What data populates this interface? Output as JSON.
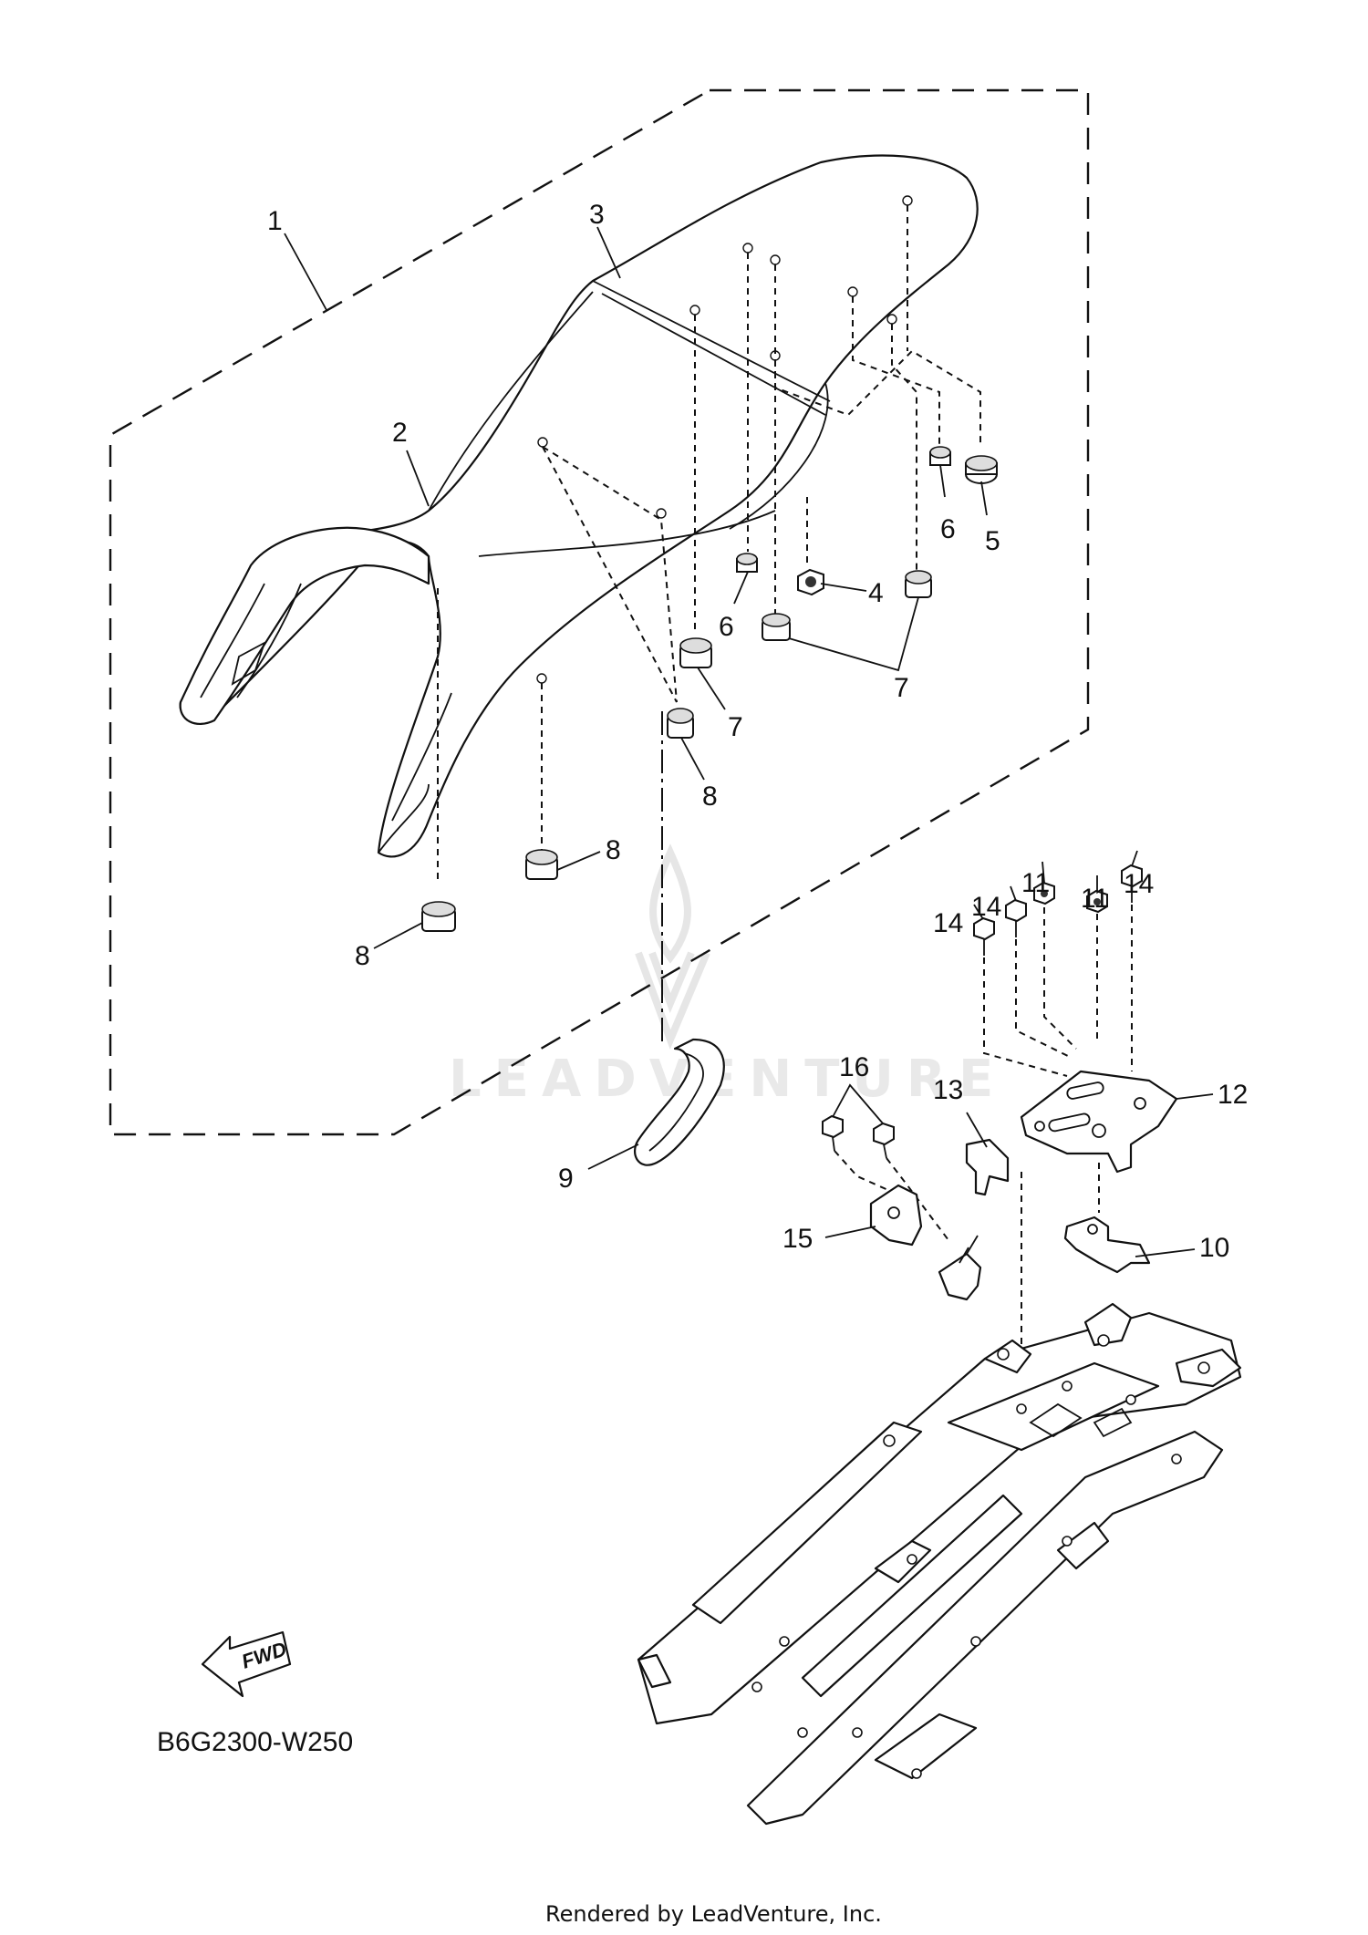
{
  "diagram": {
    "doc_code": "B6G2300-W250",
    "footer": "Rendered by LeadVenture, Inc.",
    "watermark": "LEADVENTURE",
    "fwd_label": "FWD"
  },
  "callouts": [
    {
      "id": "c1",
      "label": "1",
      "part": "seat-assembly"
    },
    {
      "id": "c2",
      "label": "2",
      "part": "seat-base"
    },
    {
      "id": "c3",
      "label": "3",
      "part": "seat-cover"
    },
    {
      "id": "c4",
      "label": "4",
      "part": "nut"
    },
    {
      "id": "c5",
      "label": "5",
      "part": "damper"
    },
    {
      "id": "c6a",
      "label": "6",
      "part": "damper"
    },
    {
      "id": "c6b",
      "label": "6",
      "part": "damper"
    },
    {
      "id": "c7a",
      "label": "7",
      "part": "damper"
    },
    {
      "id": "c7b",
      "label": "7",
      "part": "damper"
    },
    {
      "id": "c8a",
      "label": "8",
      "part": "damper"
    },
    {
      "id": "c8b",
      "label": "8",
      "part": "damper"
    },
    {
      "id": "c8c",
      "label": "8",
      "part": "damper"
    },
    {
      "id": "c9",
      "label": "9",
      "part": "seat-band"
    },
    {
      "id": "c10",
      "label": "10",
      "part": "seat-lock-hook"
    },
    {
      "id": "c11a",
      "label": "11",
      "part": "nut"
    },
    {
      "id": "c11b",
      "label": "11",
      "part": "nut"
    },
    {
      "id": "c12",
      "label": "12",
      "part": "bracket"
    },
    {
      "id": "c13",
      "label": "13",
      "part": "clip"
    },
    {
      "id": "c14a",
      "label": "14",
      "part": "bolt"
    },
    {
      "id": "c14b",
      "label": "14",
      "part": "bolt"
    },
    {
      "id": "c14c",
      "label": "14",
      "part": "bolt"
    },
    {
      "id": "c15",
      "label": "15",
      "part": "seat-lock-assembly"
    },
    {
      "id": "c16",
      "label": "16",
      "part": "bolt"
    }
  ],
  "colors": {
    "line": "#111111",
    "background": "#ffffff",
    "watermark": "#e9e9e9"
  }
}
